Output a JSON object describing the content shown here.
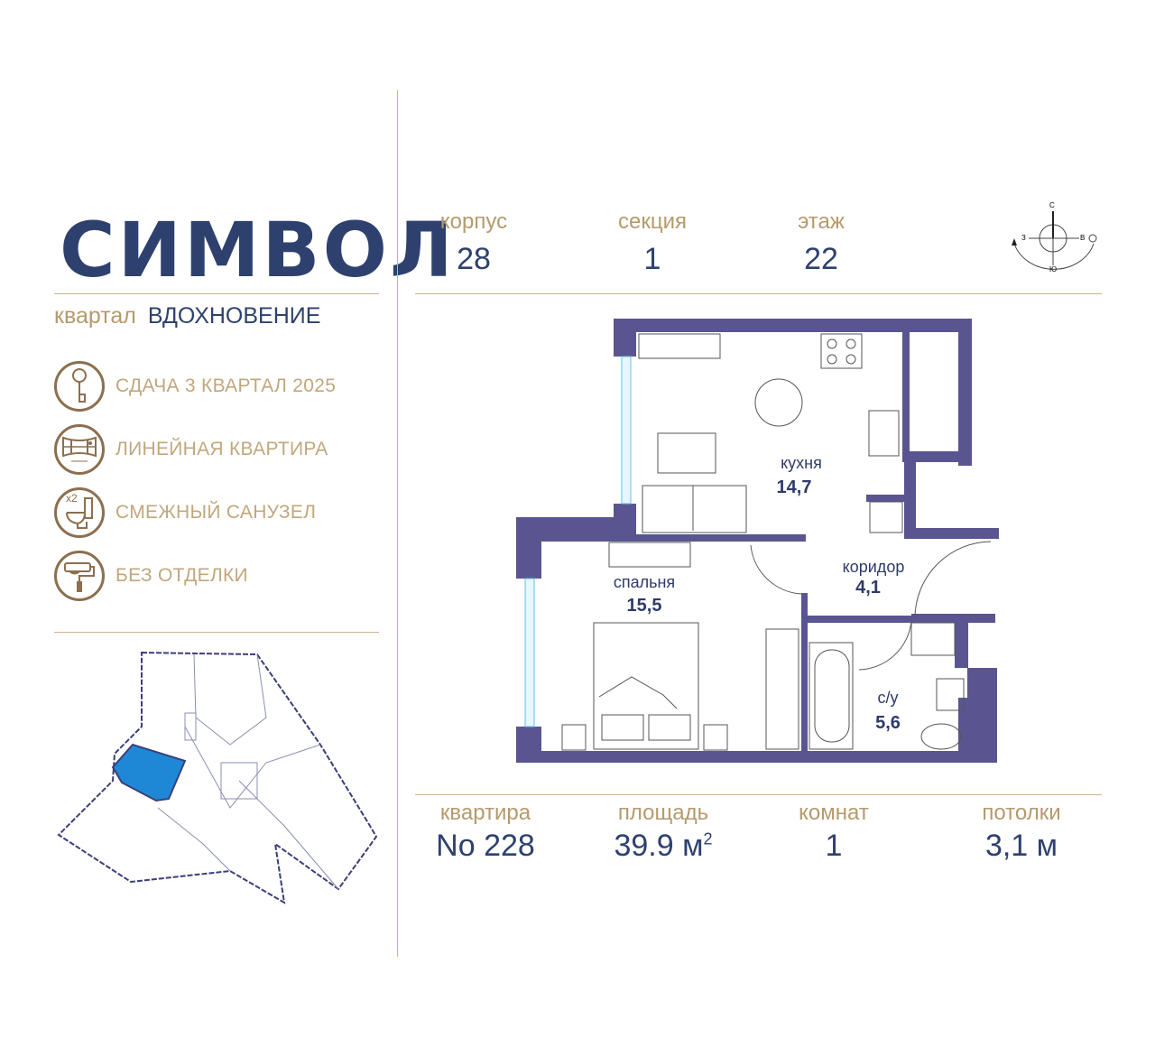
{
  "brand": {
    "logo": "СИМВОЛ",
    "district_prefix": "квартал",
    "district_name": "ВДОХНОВЕНИЕ"
  },
  "features": [
    {
      "icon": "key-icon",
      "label": "СДАЧА 3 КВАРТАЛ 2025"
    },
    {
      "icon": "window-layout-icon",
      "label": "ЛИНЕЙНАЯ КВАРТИРА"
    },
    {
      "icon": "toilet-icon",
      "label": "СМЕЖНЫЙ САНУЗЕЛ",
      "badge": "x2"
    },
    {
      "icon": "paint-roller-icon",
      "label": "БЕЗ ОТДЕЛКИ"
    }
  ],
  "header": {
    "building_label": "корпус",
    "building_value": "28",
    "section_label": "секция",
    "section_value": "1",
    "floor_label": "этаж",
    "floor_value": "22"
  },
  "compass": {
    "north": "С",
    "south": "Ю",
    "west": "З",
    "east": "В"
  },
  "rooms": [
    {
      "name": "кухня",
      "area": "14,7"
    },
    {
      "name": "спальня",
      "area": "15,5"
    },
    {
      "name": "коридор",
      "area": "4,1"
    },
    {
      "name": "с/у",
      "area": "5,6"
    }
  ],
  "footer": {
    "apartment_label": "квартира",
    "apartment_value": "No 228",
    "area_label": "площадь",
    "area_value": "39.9 м",
    "area_unit_sup": "2",
    "rooms_label": "комнат",
    "rooms_value": "1",
    "ceiling_label": "потолки",
    "ceiling_value": "3,1 м"
  },
  "colors": {
    "gold": "#b59a6c",
    "navy": "#2e416e",
    "wall": "#5a5591",
    "highlight": "#1e88d6"
  }
}
